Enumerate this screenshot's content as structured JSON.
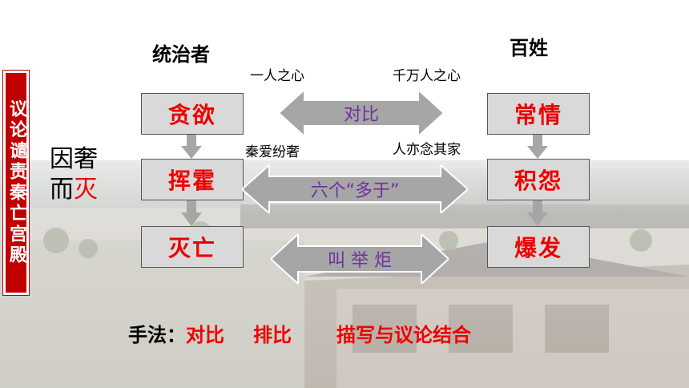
{
  "side_title": "议论谴责秦亡宫殿",
  "left_header": "统治者",
  "right_header": "百姓",
  "notes": {
    "top_left": "一人之心",
    "top_right": "千万人之心",
    "mid_left": "秦爱纷奢",
    "mid_right": "人亦念其家"
  },
  "left_boxes": [
    "贪欲",
    "挥霍",
    "灭亡"
  ],
  "right_boxes": [
    "常情",
    "积怨",
    "爆发"
  ],
  "arrows": [
    "对比",
    "六个“多于”",
    "叫 举 炬"
  ],
  "cause": {
    "line1": "因奢",
    "line2_a": "而",
    "line2_b": "灭"
  },
  "method": {
    "label": "手法：",
    "items": [
      "对比",
      "排比",
      "描写与议论结合"
    ]
  },
  "colors": {
    "accent_red": "#ee0000",
    "purple": "#7030a0",
    "box_gray": "#d9d9d9",
    "side_red": "#c00000"
  }
}
